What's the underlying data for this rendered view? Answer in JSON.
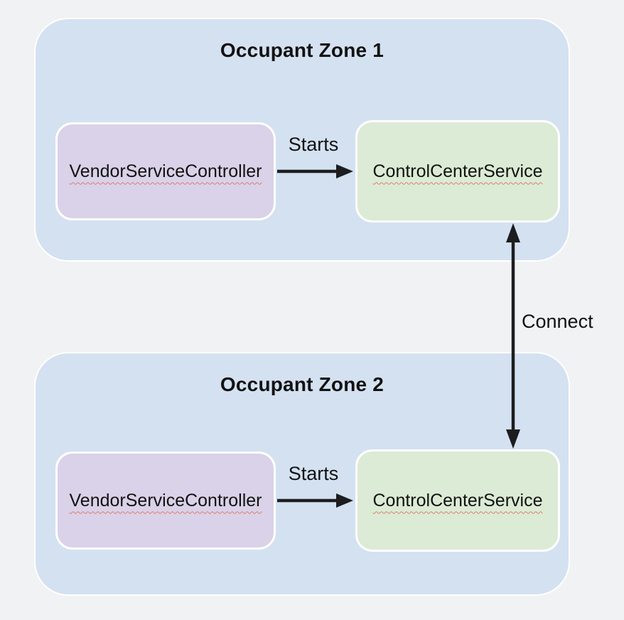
{
  "diagram": {
    "zones": [
      {
        "title": "Occupant Zone 1",
        "nodes": [
          {
            "label": "VendorServiceController"
          },
          {
            "label": "ControlCenterService"
          }
        ],
        "edge": {
          "label": "Starts",
          "from": "VendorServiceController",
          "to": "ControlCenterService"
        }
      },
      {
        "title": "Occupant Zone 2",
        "nodes": [
          {
            "label": "VendorServiceController"
          },
          {
            "label": "ControlCenterService"
          }
        ],
        "edge": {
          "label": "Starts",
          "from": "VendorServiceController",
          "to": "ControlCenterService"
        }
      }
    ],
    "connector": {
      "label": "Connect",
      "from": "ControlCenterService (Occupant Zone 1)",
      "to": "ControlCenterService (Occupant Zone 2)",
      "bidirectional": true
    }
  },
  "colors": {
    "background": "#f1f2f4",
    "zone_fill": "#d4e1f1",
    "zone_border": "#ffffff",
    "vendor_fill": "#d9d2e8",
    "control_fill": "#dcebd5",
    "box_border": "#ffffff",
    "arrow": "#1d1d1f",
    "text": "#121212",
    "spellcheck_underline": "#e07b72"
  }
}
